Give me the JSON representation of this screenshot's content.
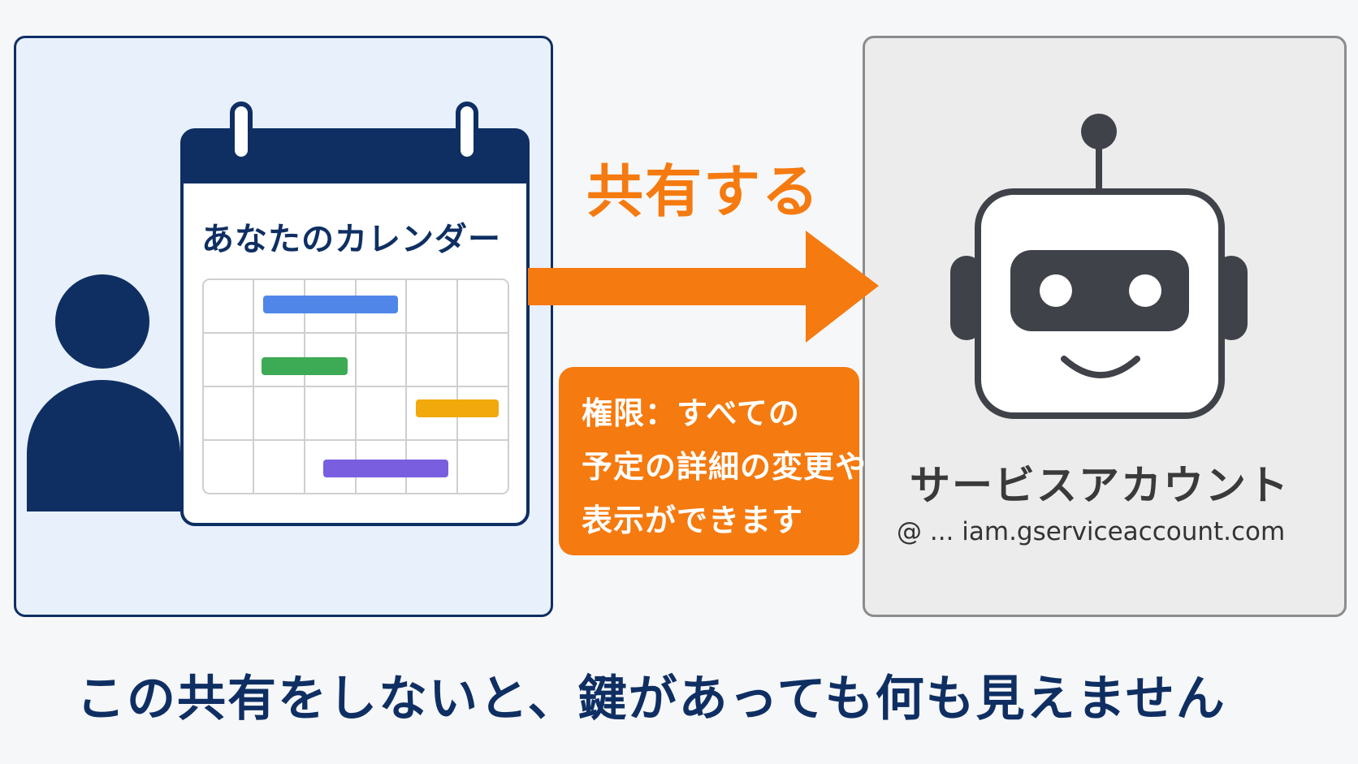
{
  "calendar": {
    "title": "あなたのカレンダー",
    "event_colors": [
      "#4f86e8",
      "#3daa55",
      "#f2a90c",
      "#7a5ee0"
    ]
  },
  "share": {
    "label": "共有する",
    "permission_lines": [
      "権限：すべての",
      "予定の詳細の変更や",
      "表示ができます"
    ]
  },
  "service_account": {
    "name": "サービスアカウント",
    "email": "@ ... iam.gserviceaccount.com"
  },
  "bottom_message": "この共有をしないと、鍵があっても何も見えません",
  "colors": {
    "navy": "#0f2f63",
    "orange": "#f57a0f",
    "robot_gray": "#3f4248"
  },
  "icons": [
    "user-icon",
    "calendar-icon",
    "arrow-right-icon",
    "robot-icon"
  ]
}
